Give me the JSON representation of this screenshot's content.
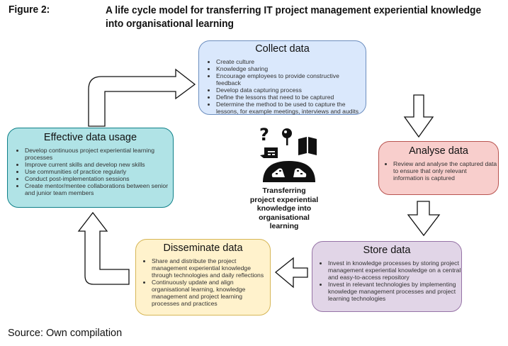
{
  "figure": {
    "label": "Figure 2:",
    "title": "A life cycle model for transferring IT project management experiential knowledge into organisational learning"
  },
  "stages": {
    "collect": {
      "title": "Collect data",
      "items": [
        "Create culture",
        "Knowledge sharing",
        "Encourage employees to provide constructive feedback",
        "Develop data capturing process",
        "Define the lessons that need to be captured",
        "Determine the method to be used to capture the lessons, for example meetings, interviews and audits"
      ],
      "fill": "#dae8fc",
      "stroke": "#6c8ebf"
    },
    "analyse": {
      "title": "Analyse data",
      "items": [
        "Review and analyse the captured data to ensure that only relevant information is captured"
      ],
      "fill": "#f8cecc",
      "stroke": "#b85450"
    },
    "store": {
      "title": "Store data",
      "items": [
        "Invest in knowledge processes by storing project management experiential knowledge on a central and easy-to-access repository",
        "Invest in relevant technologies by implementing knowledge management processes and project learning technologies"
      ],
      "fill": "#e1d5e7",
      "stroke": "#9673a6"
    },
    "disseminate": {
      "title": "Disseminate data",
      "items": [
        "Share and distribute the project management experiential knowledge through technologies and daily reflections",
        "Continuously update and align organisational learning, knowledge management and project learning processes and practices"
      ],
      "fill": "#fff2cc",
      "stroke": "#d6b656"
    },
    "effective": {
      "title": "Effective data usage",
      "items": [
        "Develop continuous project experiential learning processes",
        "Improve current skills and develop new skills",
        "Use communities of practice regularly",
        "Conduct post-implementation sessions",
        "Create mentor/mentee collaborations between senior and junior team members"
      ],
      "fill": "#b0e3e6",
      "stroke": "#0e8088"
    }
  },
  "center": {
    "label": "Transferring project experiential knowledge into organisational learning",
    "icons": [
      "question-mark-icon",
      "pin-icon",
      "book-icon",
      "chat-icon",
      "brain-icon"
    ]
  },
  "source": "Source: Own compilation"
}
